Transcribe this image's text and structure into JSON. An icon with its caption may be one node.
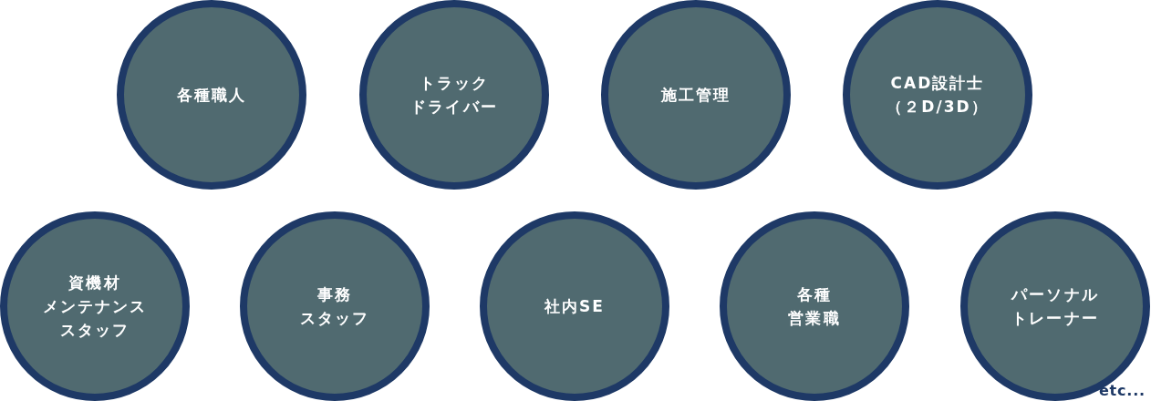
{
  "diagram": {
    "nodes": [
      {
        "text": [
          "各種職人"
        ]
      },
      {
        "text": [
          "トラックドライバー"
        ]
      },
      {
        "text": [
          "施工管理"
        ]
      },
      {
        "text": [
          "CAD設計士（２D/3D）"
        ]
      },
      {
        "text": [
          "資機材メンテナンススタッフ"
        ]
      },
      {
        "text": [
          "事務スタッフ"
        ]
      },
      {
        "text": [
          "社内SE"
        ]
      },
      {
        "text": [
          "各種営業職"
        ]
      },
      {
        "text": [
          "パーソナルトレーナー"
        ]
      }
    ],
    "labels": [
      "etc..."
    ]
  }
}
